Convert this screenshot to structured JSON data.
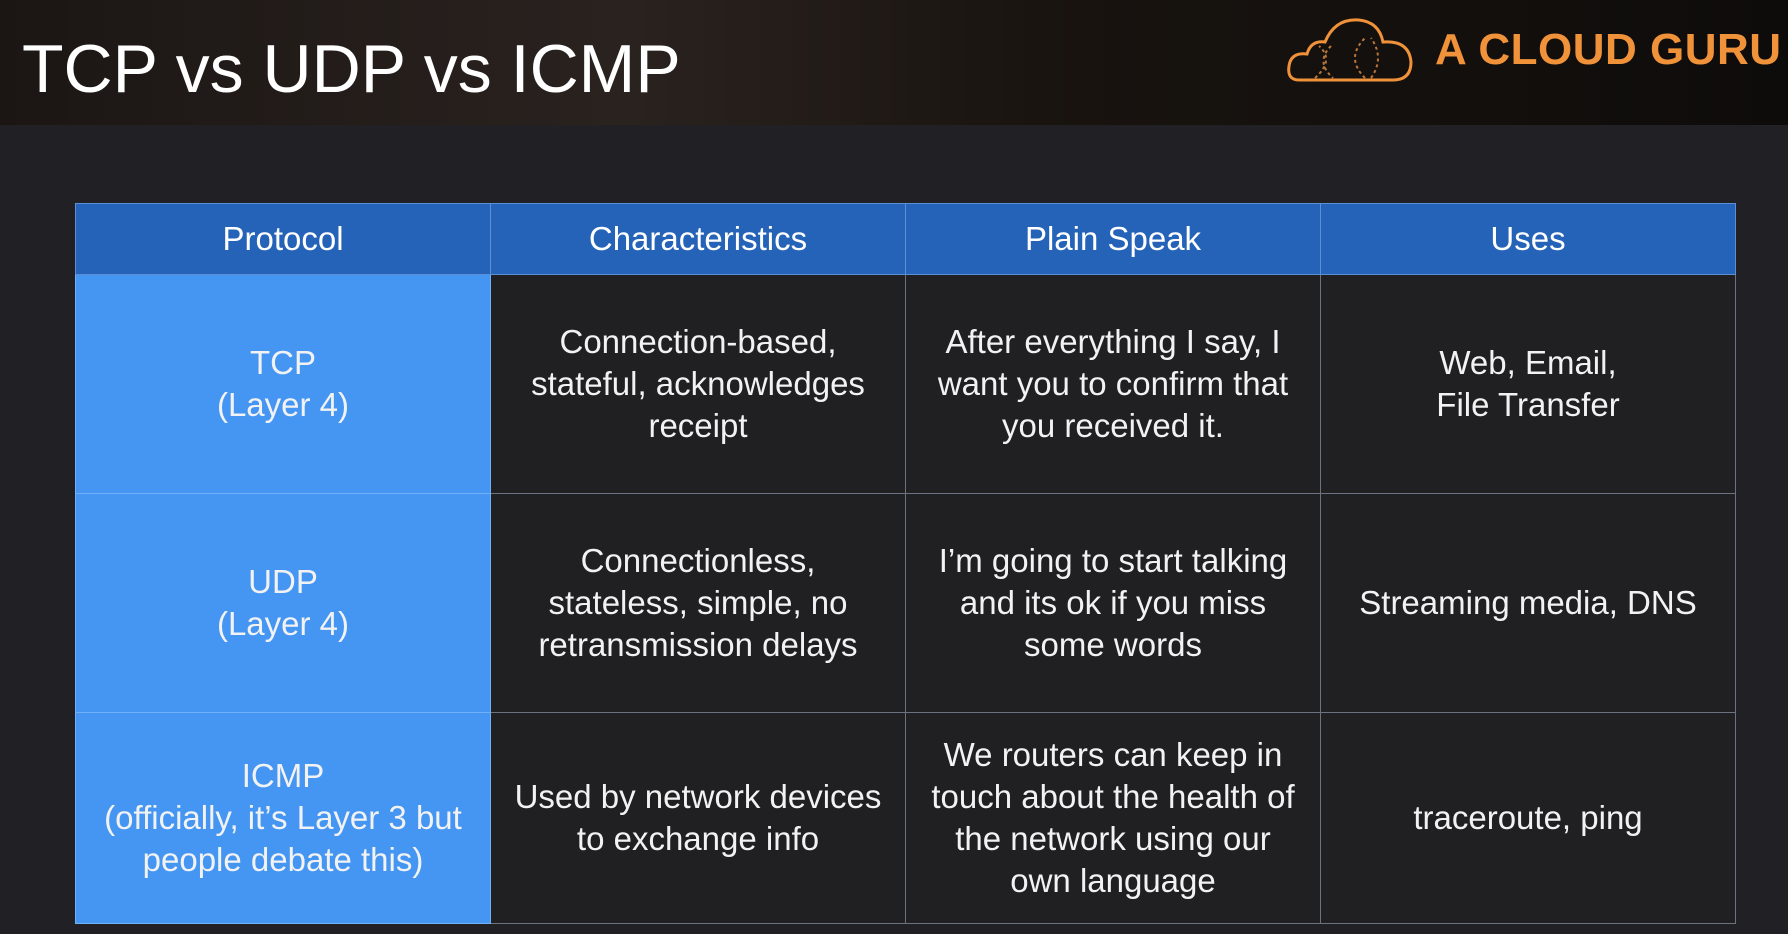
{
  "slide": {
    "title": "TCP vs UDP vs ICMP",
    "brand": "A CLOUD GURU",
    "brand_color": "#f0923a",
    "header_color": "#2563b8",
    "protocol_cell_color": "#4496f2"
  },
  "table": {
    "headers": [
      "Protocol",
      "Characteristics",
      "Plain Speak",
      "Uses"
    ],
    "rows": [
      {
        "protocol": [
          "TCP",
          "(Layer 4)"
        ],
        "characteristics": [
          "Connection-based,",
          "stateful, acknowledges",
          "receipt"
        ],
        "plain_speak": [
          "After everything I say, I",
          "want you to confirm that",
          "you received it."
        ],
        "uses": [
          "Web, Email,",
          "File Transfer"
        ]
      },
      {
        "protocol": [
          "UDP",
          "(Layer 4)"
        ],
        "characteristics": [
          "Connectionless,",
          "stateless, simple, no",
          "retransmission delays"
        ],
        "plain_speak": [
          "I’m going to start talking",
          "and its ok if you miss",
          "some words"
        ],
        "uses": [
          "Streaming media, DNS"
        ]
      },
      {
        "protocol": [
          "ICMP",
          "(officially, it’s Layer 3 but",
          "people debate this)"
        ],
        "characteristics": [
          "Used by network devices",
          "to exchange info"
        ],
        "plain_speak": [
          "We routers can keep in",
          "touch about the health of",
          "the network using our",
          "own language"
        ],
        "uses": [
          "traceroute, ping"
        ]
      }
    ]
  }
}
